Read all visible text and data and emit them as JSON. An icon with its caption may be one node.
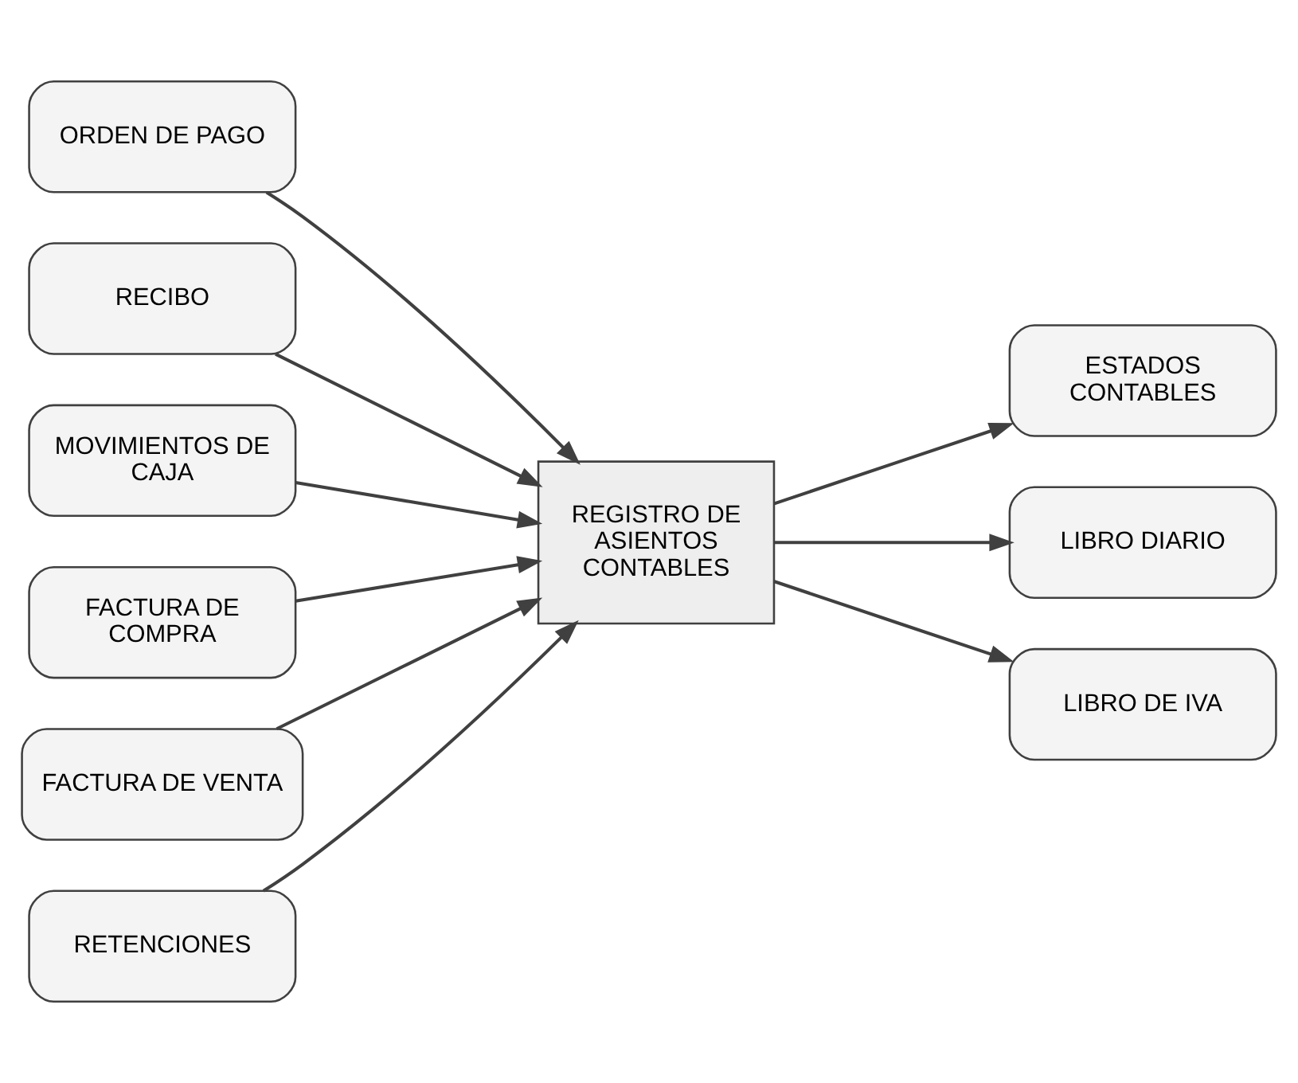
{
  "diagram": {
    "nodes": [
      {
        "text": [
          "ORDEN DE PAGO"
        ]
      },
      {
        "text": [
          "RECIBO"
        ]
      },
      {
        "text": [
          "MOVIMIENTOS DE CAJA"
        ]
      },
      {
        "text": [
          "FACTURA DE COMPRA"
        ]
      },
      {
        "text": [
          "FACTURA DE VENTA"
        ]
      },
      {
        "text": [
          "RETENCIONES"
        ]
      },
      {
        "text": [
          "REGISTRO DE ASIENTOS CONTABLES"
        ]
      },
      {
        "text": [
          "ESTADOS CONTABLES"
        ]
      },
      {
        "text": [
          "LIBRO DIARIO"
        ]
      },
      {
        "text": [
          "LIBRO DE IVA"
        ]
      }
    ],
    "edges": [
      {
        "from": 0,
        "to": 6,
        "arrow": "to"
      },
      {
        "from": 1,
        "to": 6,
        "arrow": "to"
      },
      {
        "from": 2,
        "to": 6,
        "arrow": "to"
      },
      {
        "from": 3,
        "to": 6,
        "arrow": "to"
      },
      {
        "from": 4,
        "to": 6,
        "arrow": "to"
      },
      {
        "from": 5,
        "to": 6,
        "arrow": "to"
      },
      {
        "from": 6,
        "to": 7,
        "arrow": "to"
      },
      {
        "from": 6,
        "to": 8,
        "arrow": "to"
      },
      {
        "from": 6,
        "to": 9,
        "arrow": "to"
      }
    ]
  }
}
